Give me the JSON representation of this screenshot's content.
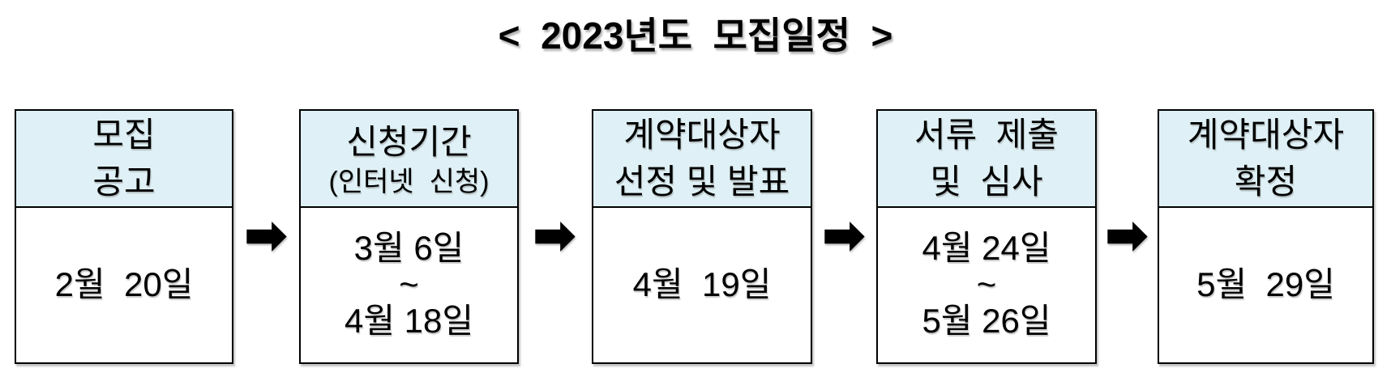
{
  "title": "<  2023년도  모집일정  >",
  "colors": {
    "header_bg": "#DFF1F6",
    "border": "#000000",
    "arrow": "#000000",
    "text": "#000000"
  },
  "stages": [
    {
      "header": "모집\n공고",
      "header_sub": "",
      "date": "2월  20일"
    },
    {
      "header": "신청기간",
      "header_sub": "(인터넷  신청)",
      "date": "3월 6일\n~\n4월 18일"
    },
    {
      "header": "계약대상자\n선정 및 발표",
      "header_sub": "",
      "date": "4월  19일"
    },
    {
      "header": "서류  제출\n및  심사",
      "header_sub": "",
      "date": "4월 24일\n~\n5월 26일"
    },
    {
      "header": "계약대상자\n확정",
      "header_sub": "",
      "date": "5월  29일"
    }
  ],
  "arrow_icon": "right-block-arrow"
}
